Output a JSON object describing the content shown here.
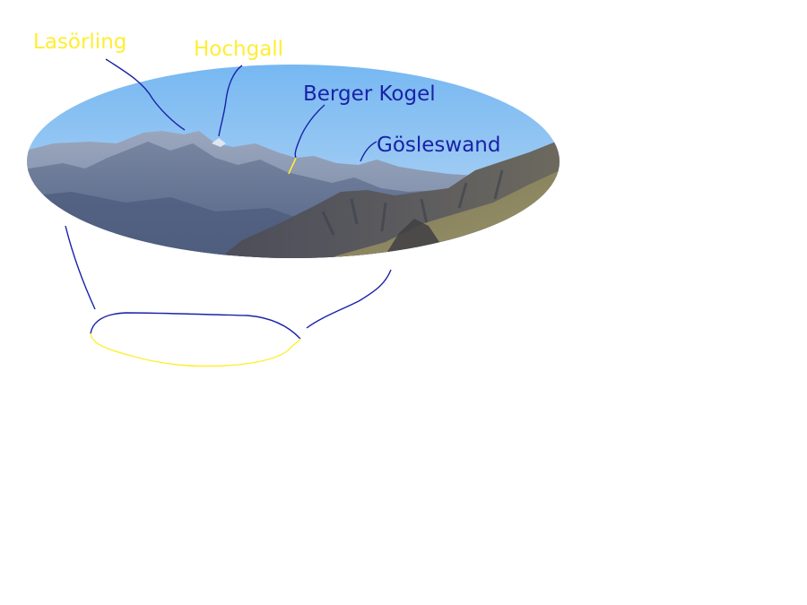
{
  "labels": {
    "lasoerling": "Lasörling",
    "hochgall": "Hochgall",
    "berger_kogel": "Berger Kogel",
    "goesleswand": "Gösleswand"
  },
  "colors": {
    "yellow_label": "#ffee33",
    "blue_label": "#1a22a8",
    "sky_top": "#7cbdf4",
    "sky_bottom": "#b4d5f2",
    "mountain_far": "#8a9ab4",
    "mountain_mid": "#5e6e8e",
    "mountain_near": "#4e5462",
    "grass_slope": "#8a8a5c"
  }
}
